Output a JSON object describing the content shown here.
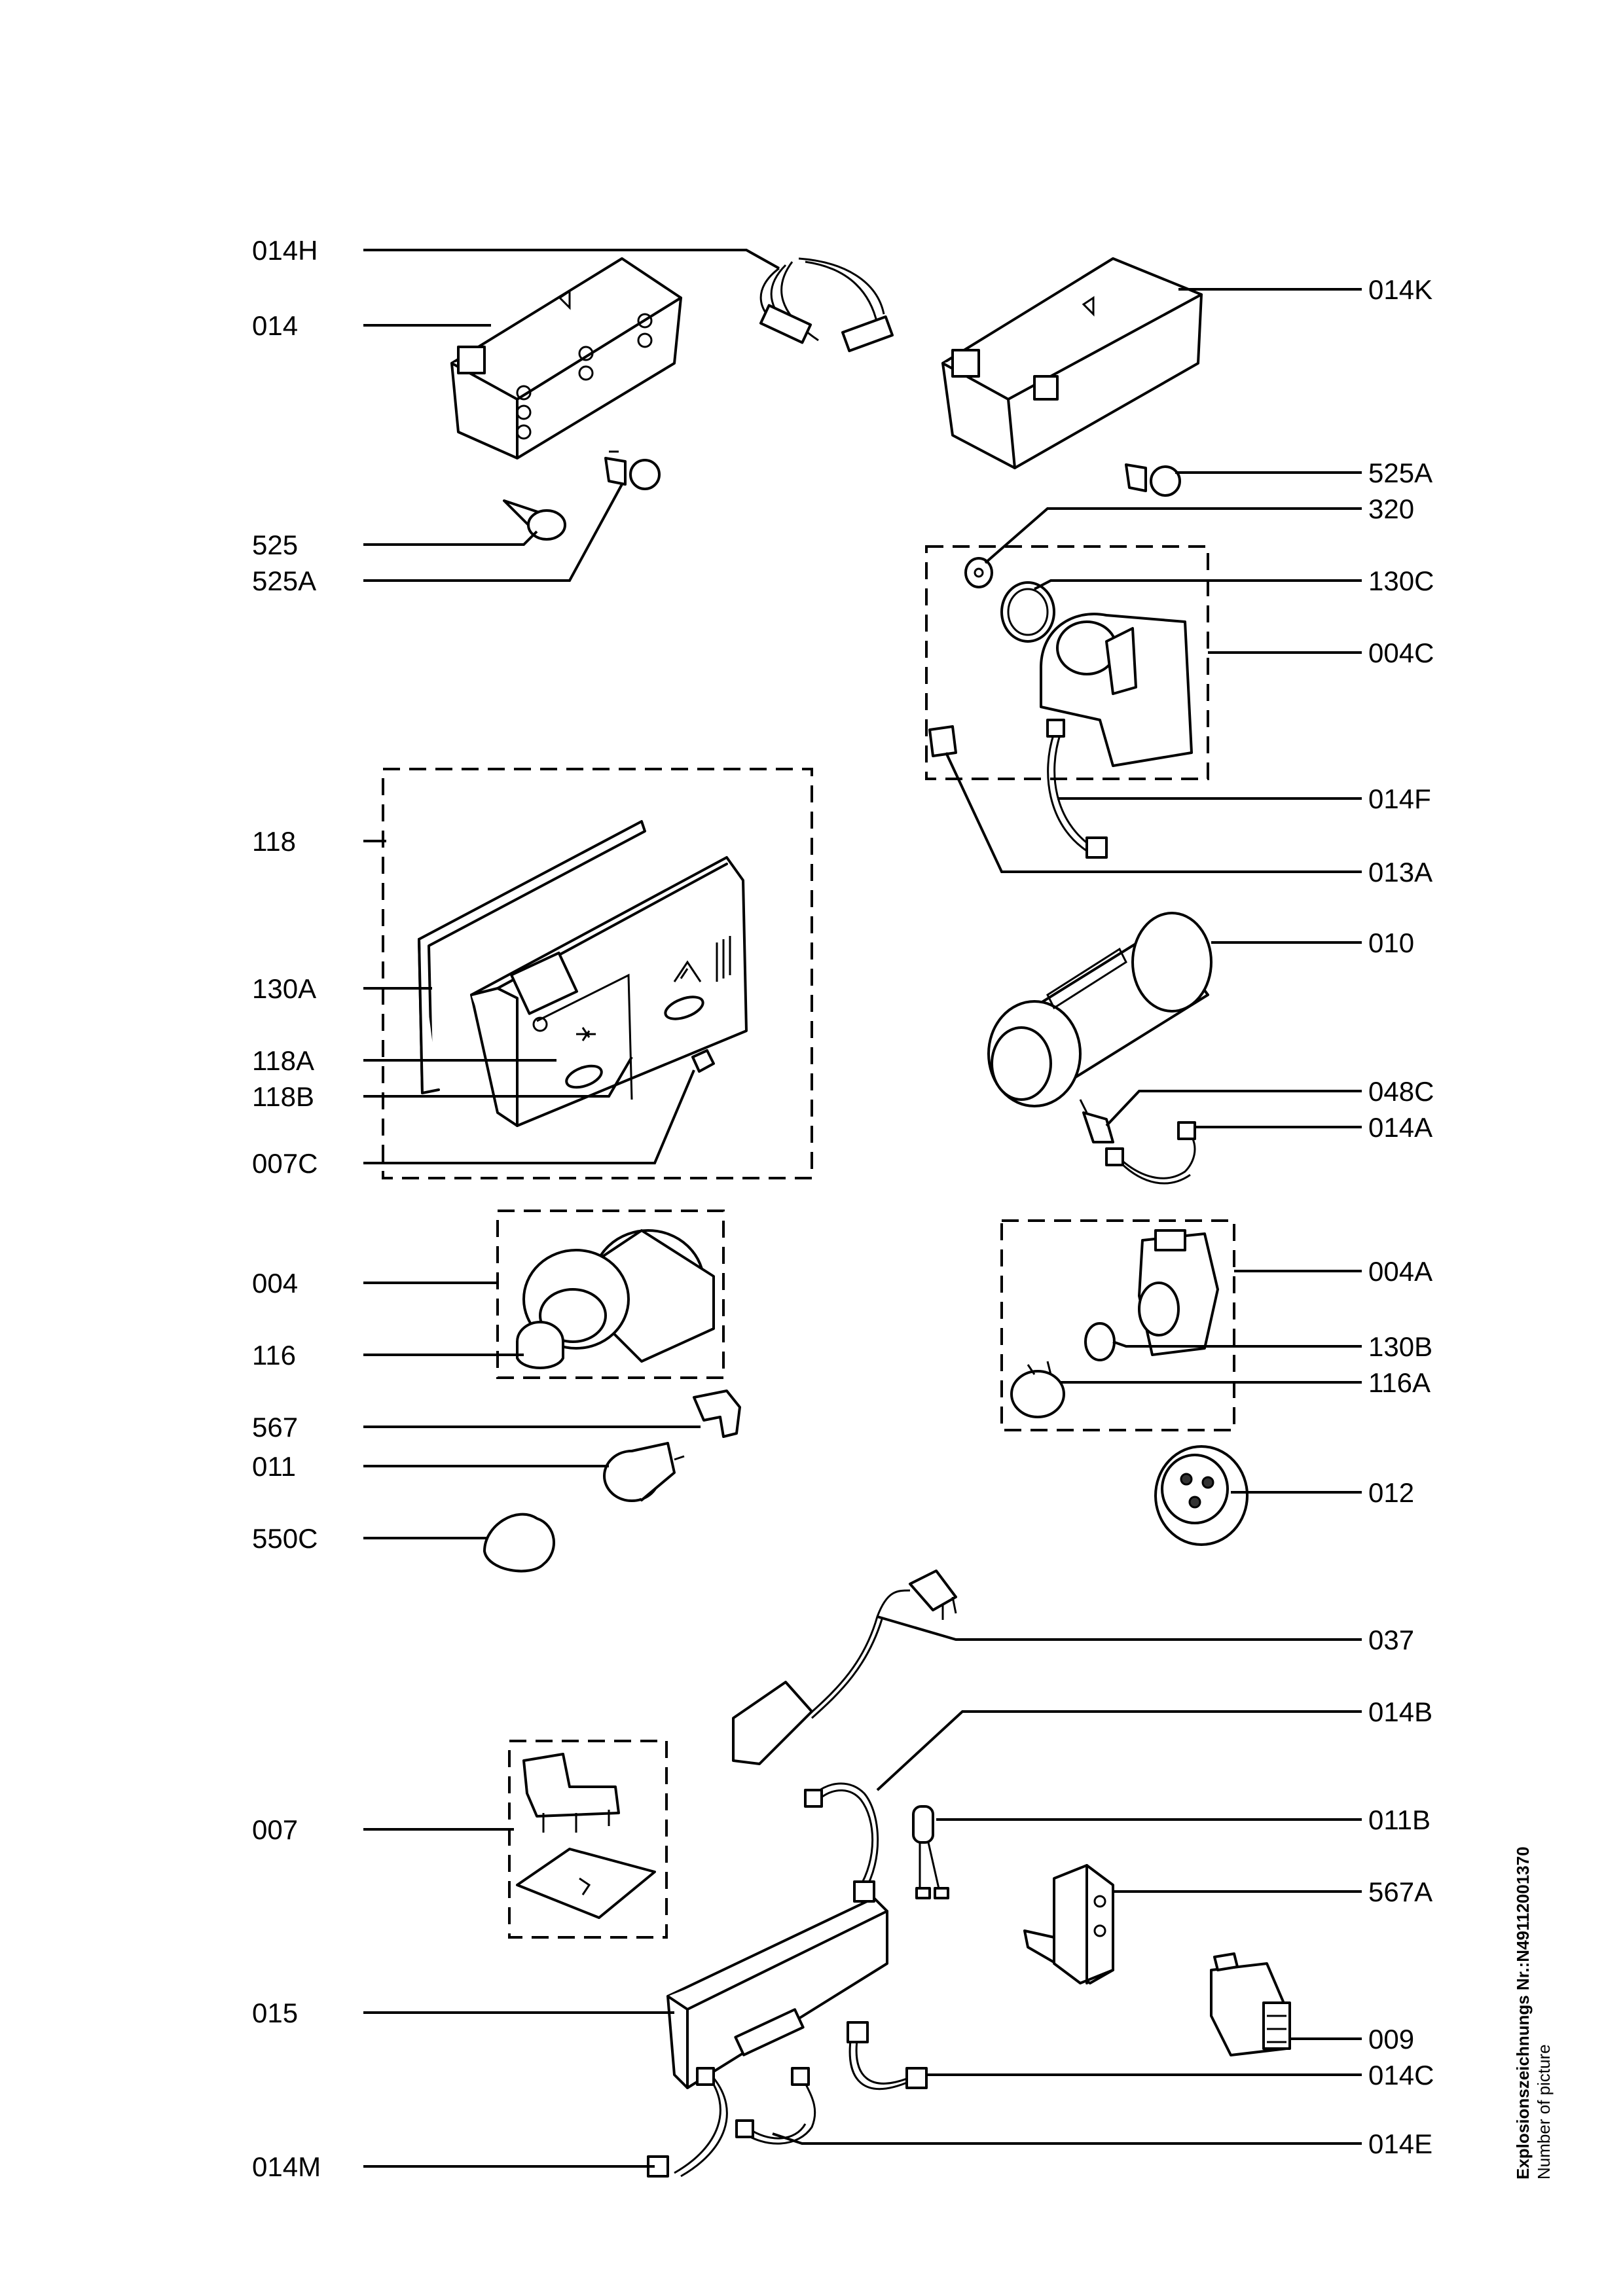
{
  "labels_left": [
    "014H",
    "014",
    "525",
    "525A",
    "118",
    "130A",
    "118A",
    "118B",
    "007C",
    "004",
    "116",
    "567",
    "011",
    "550C",
    "007",
    "015",
    "014M"
  ],
  "labels_right": [
    "014K",
    "525A",
    "320",
    "130C",
    "004C",
    "014F",
    "013A",
    "010",
    "048C",
    "014A",
    "004A",
    "130B",
    "116A",
    "012",
    "037",
    "014B",
    "011B",
    "567A",
    "009",
    "014C",
    "014E"
  ],
  "footer": {
    "picture_number": "Explosionszeichnungs Nr.:N49112001370",
    "caption": "Number of picture"
  }
}
